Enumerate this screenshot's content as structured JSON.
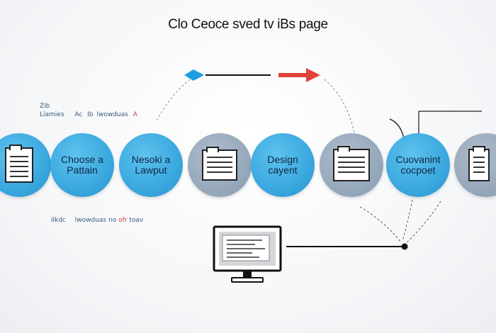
{
  "title": "Clo Ceoce sved tv iBs page",
  "annotations": {
    "upper_left_line1": "Zib",
    "upper_left_line2_a": "Liamies",
    "upper_left_line2_b": "Ac",
    "upper_left_line2_c": "Ib",
    "upper_left_line2_d": "lwowduas",
    "upper_left_line2_e": "A",
    "lower_left_a": "ilkdc",
    "lower_left_b": "lwowduas",
    "lower_left_c": "no",
    "lower_left_d": "ofr",
    "lower_left_e": "toav"
  },
  "steps": [
    {
      "label": "",
      "icon": "document-icon",
      "color": "blue"
    },
    {
      "label": "Choose a Pattain",
      "icon": "",
      "color": "blue"
    },
    {
      "label": "Nesoki a Lawput",
      "icon": "",
      "color": "blue"
    },
    {
      "label": "",
      "icon": "document-icon",
      "color": "gray"
    },
    {
      "label": "Design cayent",
      "icon": "",
      "color": "blue"
    },
    {
      "label": "",
      "icon": "document-icon",
      "color": "gray"
    },
    {
      "label": "Cuovanint cocpoet",
      "icon": "",
      "color": "blue"
    },
    {
      "label": "",
      "icon": "document-icon",
      "color": "gray"
    }
  ],
  "colors": {
    "blue": "#3aa8df",
    "gray": "#93a6b9",
    "arrow_red": "#e0433a",
    "diamond_blue": "#1e9ee0"
  },
  "output": {
    "icon": "monitor-icon"
  }
}
